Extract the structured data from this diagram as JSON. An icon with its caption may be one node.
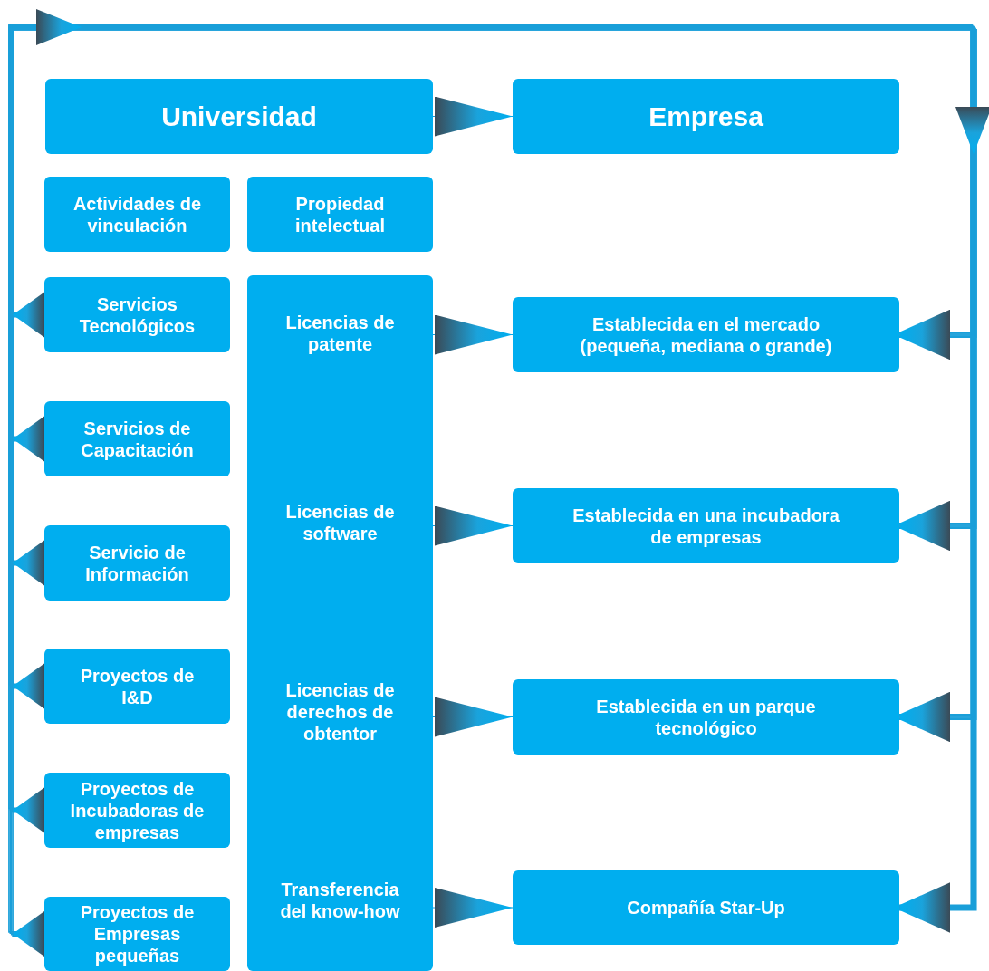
{
  "diagram": {
    "nodes": [
      {
        "text": [
          "Universidad"
        ]
      },
      {
        "text": [
          "Empresa"
        ]
      },
      {
        "text": [
          "Actividades de vinculación"
        ]
      },
      {
        "text": [
          "Propiedad intelectual"
        ]
      },
      {
        "text": [
          "Servicios Tecnológicos"
        ]
      },
      {
        "text": [
          "Servicios de Capacitación"
        ]
      },
      {
        "text": [
          "Servicio de Información"
        ]
      },
      {
        "text": [
          "Proyectos de I&D"
        ]
      },
      {
        "text": [
          "Proyectos de Incubadoras de empresas"
        ]
      },
      {
        "text": [
          "Proyectos de Empresas pequeñas"
        ]
      },
      {
        "text": [
          "Licencias de patente",
          "Licencias de software",
          "Licencias de derechos de obtentor",
          "Transferencia del know-how"
        ]
      },
      {
        "text": [
          "Establecida en el mercado (pequeña, mediana o grande)"
        ]
      },
      {
        "text": [
          "Establecida en una incubadora de empresas"
        ]
      },
      {
        "text": [
          "Establecida en un parque tecnológico"
        ]
      },
      {
        "text": [
          "Compañía Star-Up"
        ]
      }
    ],
    "edges": [
      {
        "from": 0,
        "to": 1,
        "arrow": "to"
      },
      {
        "from": 10,
        "to": 11,
        "arrow": "to"
      },
      {
        "from": 10,
        "to": 12,
        "arrow": "to"
      },
      {
        "from": 10,
        "to": 13,
        "arrow": "to"
      },
      {
        "from": 10,
        "to": 14,
        "arrow": "to"
      },
      {
        "from": 4,
        "to": 11,
        "arrow": "to"
      },
      {
        "from": 4,
        "to": 12,
        "arrow": "to"
      },
      {
        "from": 4,
        "to": 13,
        "arrow": "to"
      },
      {
        "from": 4,
        "to": 14,
        "arrow": "to"
      },
      {
        "from": 5,
        "to": 11,
        "arrow": "to"
      },
      {
        "from": 5,
        "to": 12,
        "arrow": "to"
      },
      {
        "from": 5,
        "to": 13,
        "arrow": "to"
      },
      {
        "from": 5,
        "to": 14,
        "arrow": "to"
      },
      {
        "from": 6,
        "to": 11,
        "arrow": "to"
      },
      {
        "from": 6,
        "to": 12,
        "arrow": "to"
      },
      {
        "from": 6,
        "to": 13,
        "arrow": "to"
      },
      {
        "from": 6,
        "to": 14,
        "arrow": "to"
      },
      {
        "from": 7,
        "to": 11,
        "arrow": "to"
      },
      {
        "from": 7,
        "to": 12,
        "arrow": "to"
      },
      {
        "from": 7,
        "to": 13,
        "arrow": "to"
      },
      {
        "from": 7,
        "to": 14,
        "arrow": "to"
      },
      {
        "from": 8,
        "to": 11,
        "arrow": "to"
      },
      {
        "from": 8,
        "to": 12,
        "arrow": "to"
      },
      {
        "from": 8,
        "to": 13,
        "arrow": "to"
      },
      {
        "from": 8,
        "to": 14,
        "arrow": "to"
      },
      {
        "from": 9,
        "to": 11,
        "arrow": "to"
      },
      {
        "from": 9,
        "to": 12,
        "arrow": "to"
      },
      {
        "from": 9,
        "to": 13,
        "arrow": "to"
      },
      {
        "from": 9,
        "to": 14,
        "arrow": "to"
      }
    ]
  }
}
